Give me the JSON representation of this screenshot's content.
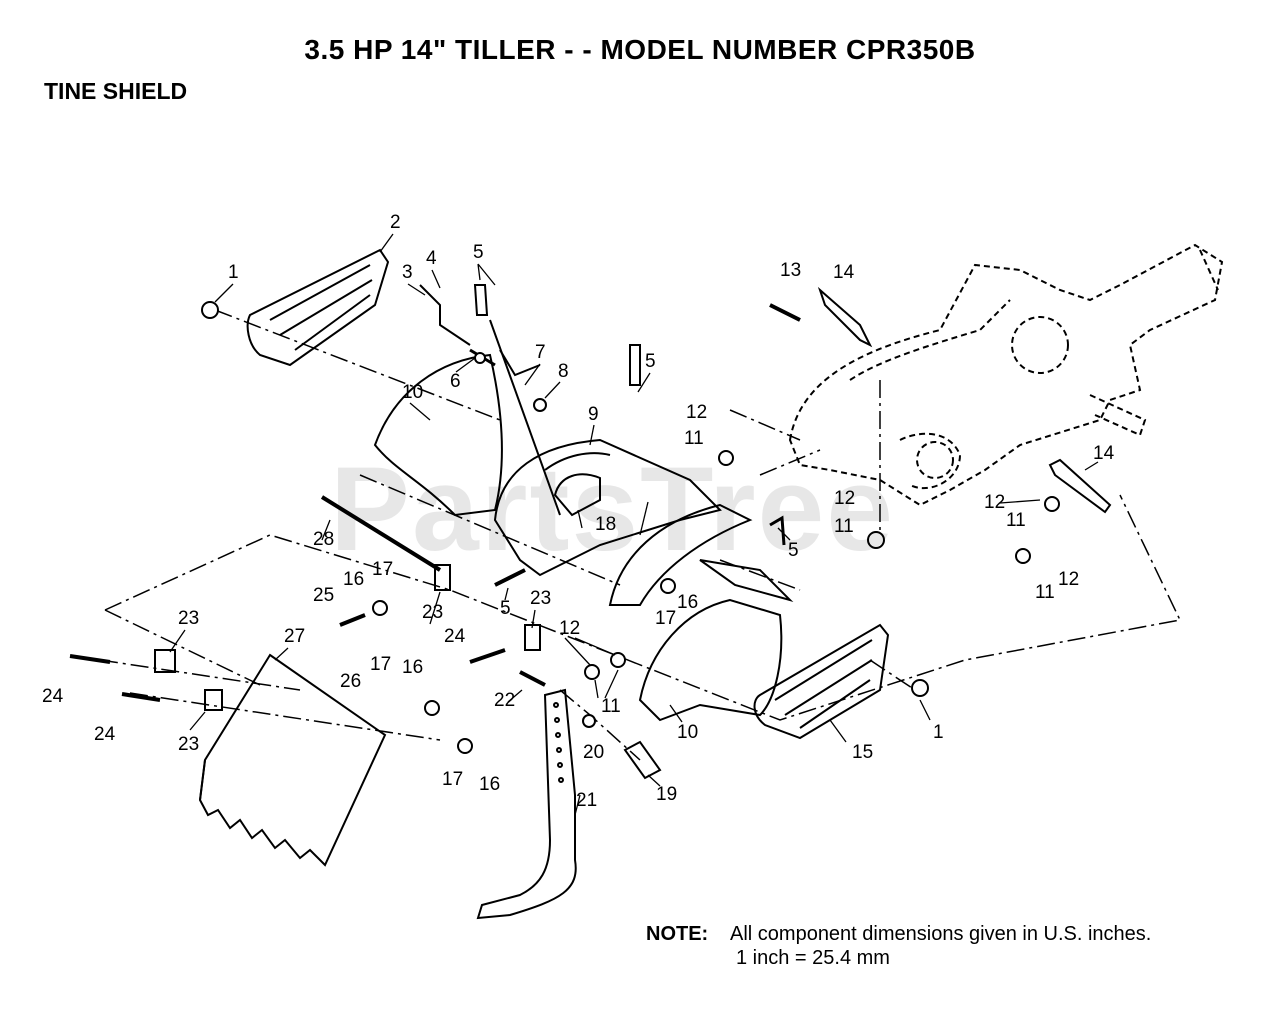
{
  "header": {
    "title": "3.5 HP 14\" TILLER - - MODEL NUMBER CPR350B",
    "subtitle": "TINE SHIELD"
  },
  "watermark": "PartsTree",
  "note": {
    "label": "NOTE:",
    "line1": "All component dimensions given in U.S. inches.",
    "line2": "1 inch = 25.4 mm"
  },
  "callouts": [
    {
      "id": "c1a",
      "text": "1"
    },
    {
      "id": "c1b",
      "text": "1"
    },
    {
      "id": "c2",
      "text": "2"
    },
    {
      "id": "c3",
      "text": "3"
    },
    {
      "id": "c4",
      "text": "4"
    },
    {
      "id": "c5a",
      "text": "5"
    },
    {
      "id": "c5b",
      "text": "5"
    },
    {
      "id": "c5c",
      "text": "5"
    },
    {
      "id": "c5d",
      "text": "5"
    },
    {
      "id": "c6",
      "text": "6"
    },
    {
      "id": "c7",
      "text": "7"
    },
    {
      "id": "c8",
      "text": "8"
    },
    {
      "id": "c9",
      "text": "9"
    },
    {
      "id": "c10a",
      "text": "10"
    },
    {
      "id": "c10b",
      "text": "10"
    },
    {
      "id": "c11a",
      "text": "11"
    },
    {
      "id": "c11b",
      "text": "11"
    },
    {
      "id": "c11c",
      "text": "11"
    },
    {
      "id": "c11d",
      "text": "11"
    },
    {
      "id": "c11e",
      "text": "11"
    },
    {
      "id": "c12a",
      "text": "12"
    },
    {
      "id": "c12b",
      "text": "12"
    },
    {
      "id": "c12c",
      "text": "12"
    },
    {
      "id": "c12d",
      "text": "12"
    },
    {
      "id": "c12e",
      "text": "12"
    },
    {
      "id": "c13",
      "text": "13"
    },
    {
      "id": "c14a",
      "text": "14"
    },
    {
      "id": "c14b",
      "text": "14"
    },
    {
      "id": "c15",
      "text": "15"
    },
    {
      "id": "c16a",
      "text": "16"
    },
    {
      "id": "c16b",
      "text": "16"
    },
    {
      "id": "c16c",
      "text": "16"
    },
    {
      "id": "c16d",
      "text": "16"
    },
    {
      "id": "c17a",
      "text": "17"
    },
    {
      "id": "c17b",
      "text": "17"
    },
    {
      "id": "c17c",
      "text": "17"
    },
    {
      "id": "c17d",
      "text": "17"
    },
    {
      "id": "c18",
      "text": "18"
    },
    {
      "id": "c19",
      "text": "19"
    },
    {
      "id": "c20",
      "text": "20"
    },
    {
      "id": "c21",
      "text": "21"
    },
    {
      "id": "c22",
      "text": "22"
    },
    {
      "id": "c23a",
      "text": "23"
    },
    {
      "id": "c23b",
      "text": "23"
    },
    {
      "id": "c23c",
      "text": "23"
    },
    {
      "id": "c23d",
      "text": "23"
    },
    {
      "id": "c24a",
      "text": "24"
    },
    {
      "id": "c24b",
      "text": "24"
    },
    {
      "id": "c24c",
      "text": "24"
    },
    {
      "id": "c25",
      "text": "25"
    },
    {
      "id": "c26",
      "text": "26"
    },
    {
      "id": "c27",
      "text": "27"
    },
    {
      "id": "c28",
      "text": "28"
    }
  ]
}
